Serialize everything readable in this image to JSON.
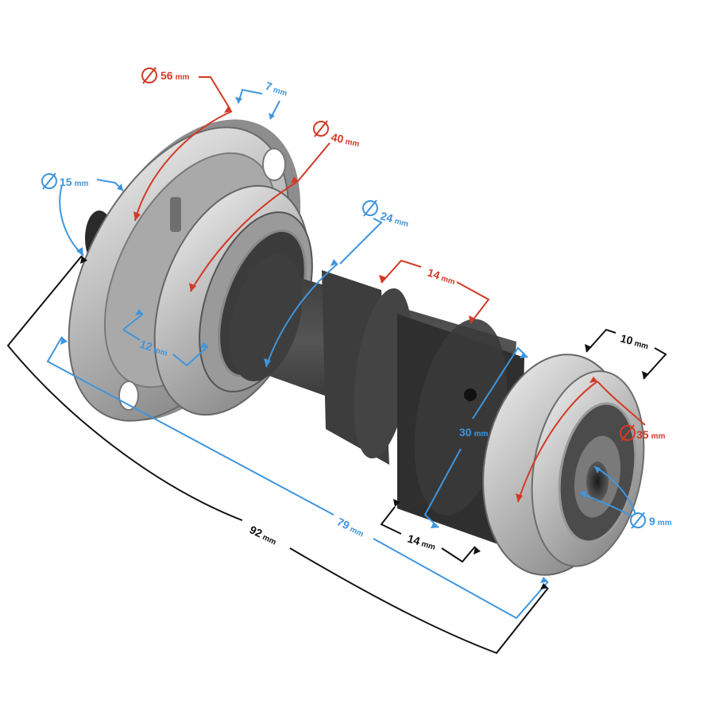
{
  "colors": {
    "red": "#d23a26",
    "blue": "#3f95dd",
    "black": "#111111",
    "metal_light": "#d9d9d9",
    "metal_dark": "#8a8a8a",
    "shaft_dark": "#2c2c2c",
    "shaft_mid": "#4a4a4a"
  },
  "dimensions": {
    "flange_diameter": {
      "value": "56",
      "unit": "mm",
      "diameter_symbol": true
    },
    "flange_thickness": {
      "value": "7",
      "unit": "mm"
    },
    "bearing_large_diameter": {
      "value": "40",
      "unit": "mm",
      "diameter_symbol": true
    },
    "pin_diameter": {
      "value": "15",
      "unit": "mm",
      "diameter_symbol": true
    },
    "shaft_diameter": {
      "value": "24",
      "unit": "mm",
      "diameter_symbol": true
    },
    "lobe_length_top": {
      "value": "14",
      "unit": "mm"
    },
    "bearing_width_small": {
      "value": "10",
      "unit": "mm"
    },
    "bearing_width_large": {
      "value": "12",
      "unit": "mm"
    },
    "bearing_small_diameter": {
      "value": "35",
      "unit": "mm",
      "diameter_symbol": true
    },
    "lobe_height": {
      "value": "30",
      "unit": "mm"
    },
    "bore_diameter": {
      "value": "9",
      "unit": "mm",
      "diameter_symbol": true
    },
    "lobe_length_bottom": {
      "value": "14",
      "unit": "mm"
    },
    "length_inner": {
      "value": "79",
      "unit": "mm"
    },
    "length_overall": {
      "value": "92",
      "unit": "mm"
    }
  }
}
